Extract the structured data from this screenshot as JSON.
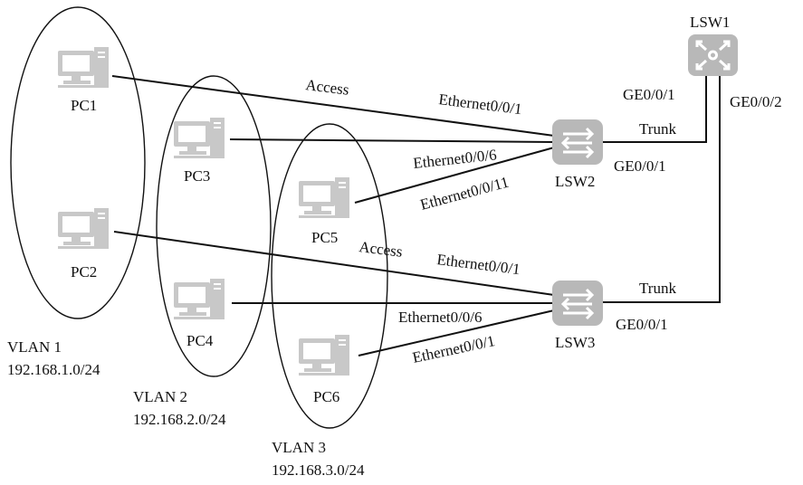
{
  "devices": {
    "lsw1": "LSW1",
    "lsw2": "LSW2",
    "lsw3": "LSW3",
    "pc1": "PC1",
    "pc2": "PC2",
    "pc3": "PC3",
    "pc4": "PC4",
    "pc5": "PC5",
    "pc6": "PC6"
  },
  "ports": {
    "lsw1_ge1": "GE0/0/1",
    "lsw1_ge2": "GE0/0/2",
    "lsw2_uplink": "GE0/0/1",
    "lsw3_uplink": "GE0/0/1",
    "lsw2_pc1": "Ethernet0/0/1",
    "lsw2_pc3": "Ethernet0/0/6",
    "lsw2_pc5": "Ethernet0/0/11",
    "lsw3_pc2": "Ethernet0/0/1",
    "lsw3_pc4": "Ethernet0/0/6",
    "lsw3_pc6": "Ethernet0/0/1"
  },
  "link_types": {
    "access_top": "Access",
    "access_mid": "Access",
    "trunk_lsw2": "Trunk",
    "trunk_lsw3": "Trunk"
  },
  "vlans": [
    {
      "name": "VLAN 1",
      "subnet": "192.168.1.0/24"
    },
    {
      "name": "VLAN 2",
      "subnet": "192.168.2.0/24"
    },
    {
      "name": "VLAN 3",
      "subnet": "192.168.3.0/24"
    }
  ],
  "colors": {
    "device_gray": "#b8b8b8",
    "line": "#111111"
  }
}
